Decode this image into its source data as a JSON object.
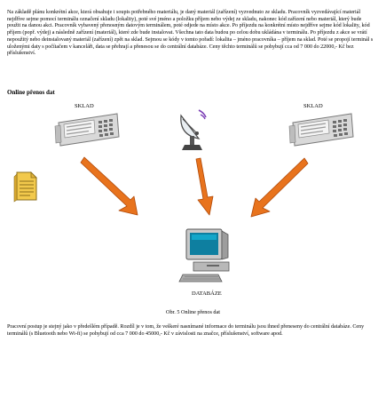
{
  "paragraph_intro": "Na základě plánu konkrétní akce, která obsahuje i soupis potřebného materiálu, je daný materiál (zařízení) vyzvednuto ze skladu. Pracovník vyzvedávající materiál nejdříve sejme pomocí terminálu označení skladu (lokality), poté své jméno a položku příjem nebo výdej ze skladu, nakonec kód zařízení nebo materiál, který bude použit na danou akci. Pracovník vybavený přenosným datovým terminálem, poté odjede na místo akce. Po příjezdu na konkrétní místo nejdříve sejme kód lokality, kód příjem (popř. výdej) a následně zařízení (materiál), které zde bude instalovat. Všechna tato data budou po celou dobu ukládána v terminálu. Po příjezdu z akce se vrátí nepoužitý nebo deinstalovaný materiál (zařízení) zpět na sklad. Sejmou se kódy v tomto pořadí: lokalita – jméno pracovníka – příjem na sklad. Poté se propojí terminál s uloženými daty s počítačem v kanceláři, data se přehrají a přenesou se do centrální databáze. Ceny těchto terminálů se pohybují cca od 7 000 do 22000,- Kč bez příslušenství.",
  "section_heading": "Online přenos dat",
  "diagram": {
    "label_sklad_left": "SKLAD",
    "label_sklad_right": "SKLAD",
    "label_database": "DATABÁZE"
  },
  "figure_caption": "Obr. 5 Online přenos dat",
  "paragraph_outro": "Pracovní postup je stejný jako v předešlém případě. Rozdíl je v tom, že veškeré nasnímané informace do terminálu jsou ihned přeneseny do centrální databáze. Ceny terminálů (s Bluetooth nebo Wi-fi) se pohybují od cca 7 000 do 45000,- Kč v závislosti na značce, příslušenství, software apod.",
  "colors": {
    "arrow": "#e8731d",
    "arrow_stroke": "#b04a0a",
    "monitor_screen": "#0e7fa0",
    "document_yellow": "#f2c94c"
  }
}
